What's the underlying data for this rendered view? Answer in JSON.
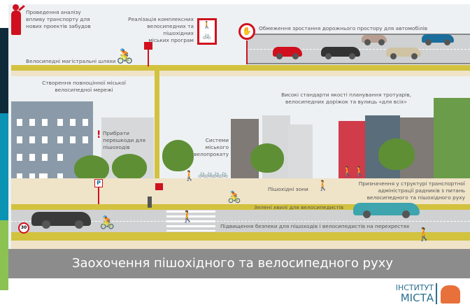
{
  "labels": {
    "analysis": [
      "Проведення аналізу",
      "впливу транспорту для",
      "нових проектів забудов"
    ],
    "programs": [
      "Реалізація комплексних",
      "велосипедних та пішохідних",
      "міських програм"
    ],
    "limit_roads": "Обмеження зростання дорожнього простору для автомобілів",
    "bike_highways": "Велосипедні магістральні шляхи",
    "network": [
      "Створення повноцінної міської",
      "велосипедної мережі"
    ],
    "standards": [
      "Високі стандарти якості планування тротуарів,",
      "велосипедних доріжок та вулиць «для всіх»"
    ],
    "obstacles": [
      "Прибрати",
      "перешкоди для",
      "пішоходів"
    ],
    "bike_share": [
      "Системи",
      "міського",
      "велопрокату"
    ],
    "ped_zones": "Пішохідні зони",
    "advisors": [
      "Призначення у структурі транспортної",
      "адміністрації радників з питань",
      "велосипедного та пішохідного руху"
    ],
    "green_wave": "Зелені хвилі для велосипедистів",
    "safety": "Підвищення безпеки для пішоходів і велосипедистів на перехрестях",
    "speed_sign": "30",
    "parking_sign": "P"
  },
  "banner": {
    "title": "Заохочення пішохідного та велосипедного руху"
  },
  "logo": {
    "line1": "ІНСТИТУТ",
    "line2": "МІСТА"
  },
  "colors": {
    "accent": "#d0101e",
    "road_line": "#d2c23e",
    "banner": "#8c8c8c",
    "logo_blue": "#2a6f8f",
    "logo_orange": "#e8703a"
  }
}
